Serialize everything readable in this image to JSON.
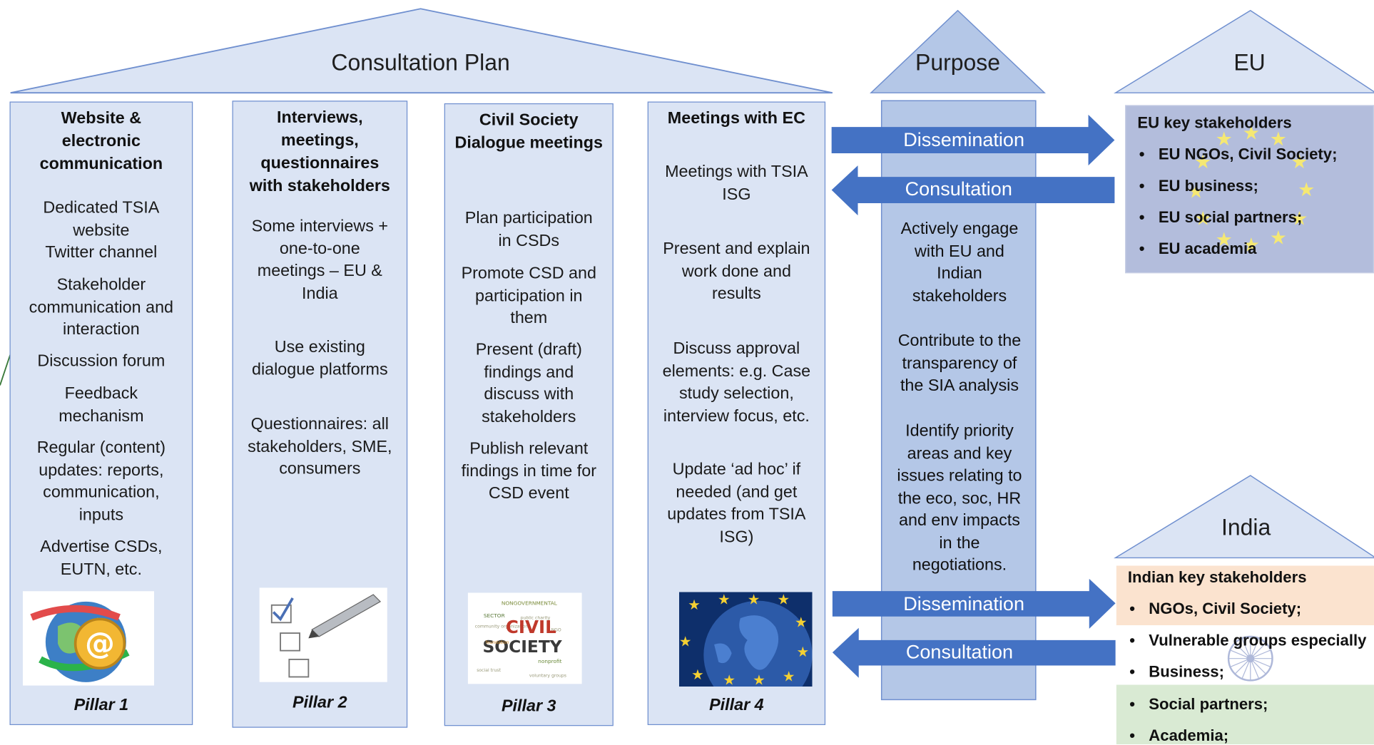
{
  "roofs": {
    "consultation_plan": "Consultation Plan",
    "purpose": "Purpose",
    "eu": "EU",
    "india": "India"
  },
  "pillars": [
    {
      "title": "Website &\nelectronic\ncommunication",
      "items": [
        "Dedicated TSIA\nwebsite\nTwitter channel",
        "Stakeholder\ncommunication and\ninteraction",
        "Discussion forum",
        "Feedback\nmechanism",
        "Regular (content)\nupdates: reports,\ncommunication,\ninputs",
        "Advertise CSDs,\nEUTN, etc."
      ],
      "label": "Pillar 1",
      "icon": "email-globe-icon"
    },
    {
      "title": "Interviews,\nmeetings,\nquestionnaires\nwith stakeholders",
      "items": [
        "Some interviews +\none-to-one\nmeetings – EU &\nIndia",
        "Use existing\ndialogue platforms",
        "Questionnaires: all\nstakeholders, SME,\nconsumers"
      ],
      "label": "Pillar 2",
      "icon": "checklist-pen-icon"
    },
    {
      "title": "Civil Society\nDialogue meetings",
      "items": [
        "Plan participation\nin CSDs",
        "Promote CSD and\nparticipation in\nthem",
        "Present (draft)\nfindings and\ndiscuss with\nstakeholders",
        "Publish relevant\nfindings in time for\nCSD event"
      ],
      "label": "Pillar 3",
      "icon": "civil-society-wordcloud-icon",
      "icon_words": [
        "CIVIL",
        "SOCIETY",
        "NONGOVERNMENTAL",
        "SECTOR"
      ]
    },
    {
      "title": "Meetings with EC",
      "items": [
        "Meetings with TSIA\nISG",
        "Present and explain\nwork done and\nresults",
        "Discuss approval\nelements: e.g.  Case\nstudy selection,\ninterview focus, etc.",
        "Update ‘ad hoc’ if\nneeded (and get\nupdates from TSIA\nISG)"
      ],
      "label": "Pillar 4",
      "icon": "eu-globe-icon"
    }
  ],
  "arrows": {
    "eu_dissemination": "Dissemination",
    "eu_consultation": "Consultation",
    "india_dissemination": "Dissemination",
    "india_consultation": "Consultation"
  },
  "purpose": {
    "items": [
      "Actively engage\nwith EU and\nIndian\nstakeholders",
      "Contribute to the\ntransparency of\nthe SIA analysis",
      "Identify priority\nareas and key\nissues relating to\nthe eco, soc, HR\nand env impacts\nin the\nnegotiations."
    ]
  },
  "eu_stakeholders": {
    "heading": "EU key stakeholders",
    "items": [
      "EU NGOs, Civil Society;",
      "EU business;",
      "EU social partners;",
      "EU academia"
    ]
  },
  "india_stakeholders": {
    "heading": "Indian key stakeholders",
    "items": [
      "NGOs, Civil Society;",
      "Vulnerable groups especially",
      "Business;",
      "Social partners;",
      "Academia;"
    ]
  },
  "colors": {
    "pillar_fill": "#dbe4f4",
    "pillar_border": "#6f8fcf",
    "arrow": "#4472c4",
    "purpose_column": "#b4c7e7",
    "eu_box": "#b3bddc",
    "india_saffron": "#fbe3cf",
    "india_green": "#d9ead3"
  }
}
